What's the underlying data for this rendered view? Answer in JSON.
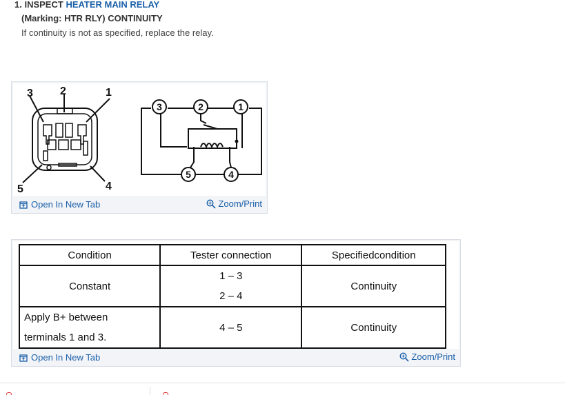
{
  "step": {
    "number": "1.",
    "title_prefix": "INSPECT",
    "title_link": "HEATER MAIN RELAY",
    "marking": "(Marking: HTR RLY) CONTINUITY",
    "note": "If continuity is not as specified, replace the relay."
  },
  "relay_figure": {
    "terminal_labels": [
      "3",
      "2",
      "1",
      "5",
      "4"
    ],
    "schematic_labels": [
      "3",
      "2",
      "1",
      "5",
      "4"
    ],
    "open_tab_label": "Open In New Tab",
    "zoom_label": "Zoom/Print",
    "icons": [
      "open-tab-icon",
      "zoom-icon"
    ]
  },
  "table_figure": {
    "headers": [
      "Condition",
      "Tester connection",
      "Specifiedcondition"
    ],
    "rows": [
      {
        "condition": [
          "Constant"
        ],
        "connection": [
          "1 – 3",
          "2 – 4"
        ],
        "specified": "Continuity"
      },
      {
        "condition": [
          "Apply B+ between",
          "terminals 1 and 3."
        ],
        "connection": [
          "4 – 5"
        ],
        "specified": "Continuity"
      }
    ],
    "open_tab_label": "Open In New Tab",
    "zoom_label": "Zoom/Print"
  },
  "colors": {
    "link": "#1a5fa8",
    "text": "#333333",
    "figure_bg": "#f2f4f8",
    "figure_border": "#d8dce3"
  }
}
